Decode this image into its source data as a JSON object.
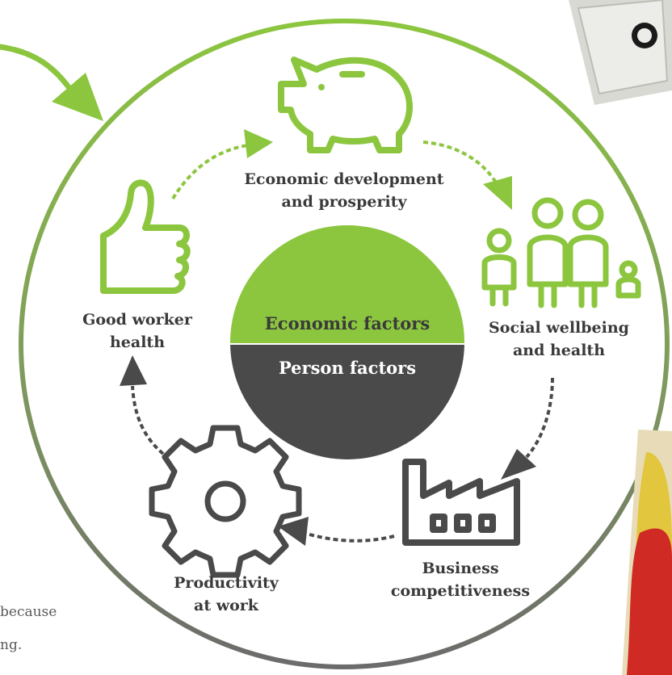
{
  "colors": {
    "green": "#8cc63f",
    "dark": "#4a4a4a",
    "ring_top": "#8cc63f",
    "ring_bottom": "#6b6b6b",
    "text": "#3a3a3a"
  },
  "center": {
    "top_label": "Economic factors",
    "bottom_label": "Person factors"
  },
  "nodes": {
    "economic": {
      "line1": "Economic development",
      "line2": "and prosperity",
      "icon": "piggy-bank-icon"
    },
    "social": {
      "line1": "Social wellbeing",
      "line2": "and health",
      "icon": "family-icon"
    },
    "business": {
      "line1": "Business",
      "line2": "competitiveness",
      "icon": "factory-icon"
    },
    "productivity": {
      "line1": "Productivity",
      "line2": "at work",
      "icon": "gear-icon"
    },
    "worker": {
      "line1": "Good worker",
      "line2": "health",
      "icon": "thumbs-up-icon"
    }
  },
  "edge_text": {
    "line1": "because",
    "line2": "ng."
  }
}
